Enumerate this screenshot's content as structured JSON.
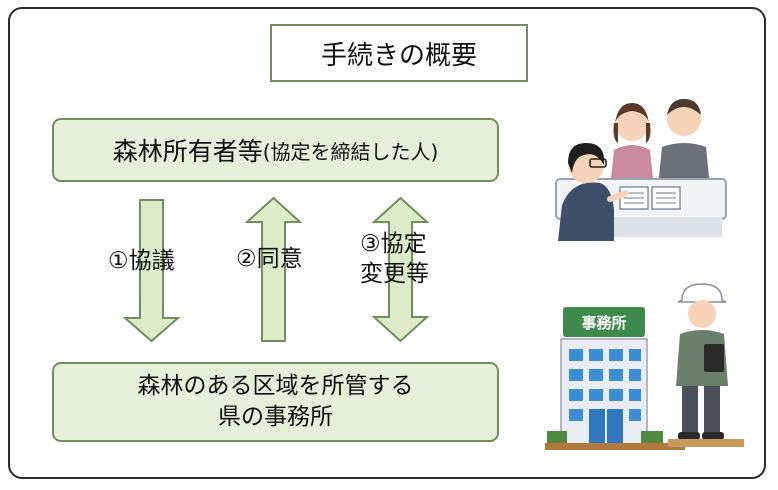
{
  "title": "手続きの概要",
  "owners_box": {
    "main": "森林所有者等",
    "sub": "(協定を締結した人)"
  },
  "office_box": {
    "line1": "森林のある区域を所管する",
    "line2": "県の事務所"
  },
  "steps": {
    "consult": "①協議",
    "consent": "②同意",
    "change_line1": "③協定",
    "change_line2": "変更等"
  },
  "office_sign": "事務所",
  "colors": {
    "box_fill": "#e6efda",
    "box_border": "#6f8f60",
    "arrow_fill": "#dcebc8",
    "arrow_stroke": "#6f8f60",
    "sign_green": "#3d8a4b"
  },
  "icons": [
    "meeting-people-illustration",
    "office-building-illustration",
    "worker-helmet-illustration"
  ]
}
